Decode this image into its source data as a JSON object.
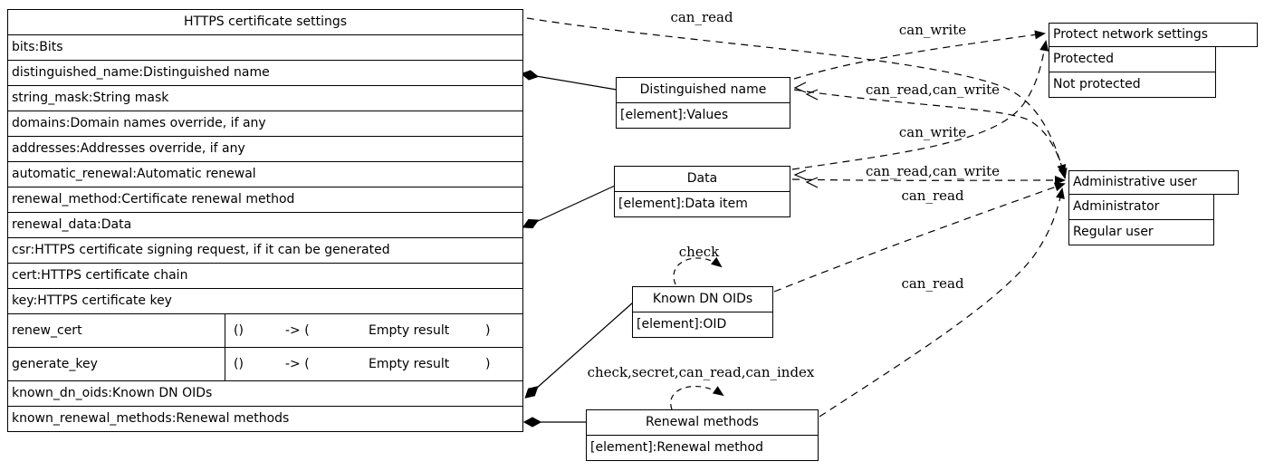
{
  "main_table": {
    "title": "HTTPS certificate settings",
    "fields": [
      "bits:Bits",
      "distinguished_name:Distinguished name",
      "string_mask:String mask",
      "domains:Domain names override, if any",
      "addresses:Addresses override, if any",
      "automatic_renewal:Automatic renewal",
      "renewal_method:Certificate renewal method",
      "renewal_data:Data",
      "csr:HTTPS certificate signing request, if it can be generated",
      "cert:HTTPS certificate chain",
      "key:HTTPS certificate key"
    ],
    "methods": [
      {
        "name": "renew_cert",
        "params": "()",
        "arrow": "-> (",
        "result": "Empty result",
        "close": ")"
      },
      {
        "name": "generate_key",
        "params": "()",
        "arrow": "-> (",
        "result": "Empty result",
        "close": ")"
      }
    ],
    "collections": [
      "known_dn_oids:Known DN OIDs",
      "known_renewal_methods:Renewal methods"
    ]
  },
  "nodes": {
    "distinguished_name": {
      "title": "Distinguished name",
      "element": "[element]:Values"
    },
    "data": {
      "title": "Data",
      "element": "[element]:Data item"
    },
    "known_dn_oids": {
      "title": "Known DN OIDs",
      "element": "[element]:OID"
    },
    "renewal_methods": {
      "title": "Renewal methods",
      "element": "[element]:Renewal method"
    },
    "protect_network_settings": {
      "title": "Protect network settings",
      "options": [
        "Protected",
        "Not protected"
      ]
    },
    "administrative_user": {
      "title": "Administrative user",
      "options": [
        "Administrator",
        "Regular user"
      ]
    }
  },
  "edge_labels": {
    "https_to_admin": "can_read",
    "dn_to_protect": "can_write",
    "dn_to_admin": "can_read,can_write",
    "data_to_protect": "can_write",
    "data_to_admin": "can_read,can_write",
    "oids_to_admin": "can_read",
    "renewal_to_admin": "can_read",
    "oids_self_loop": "check",
    "renewal_self_loop": "check,secret,can_read,can_index"
  },
  "colors": {
    "stroke": "#000000",
    "background": "#ffffff"
  }
}
